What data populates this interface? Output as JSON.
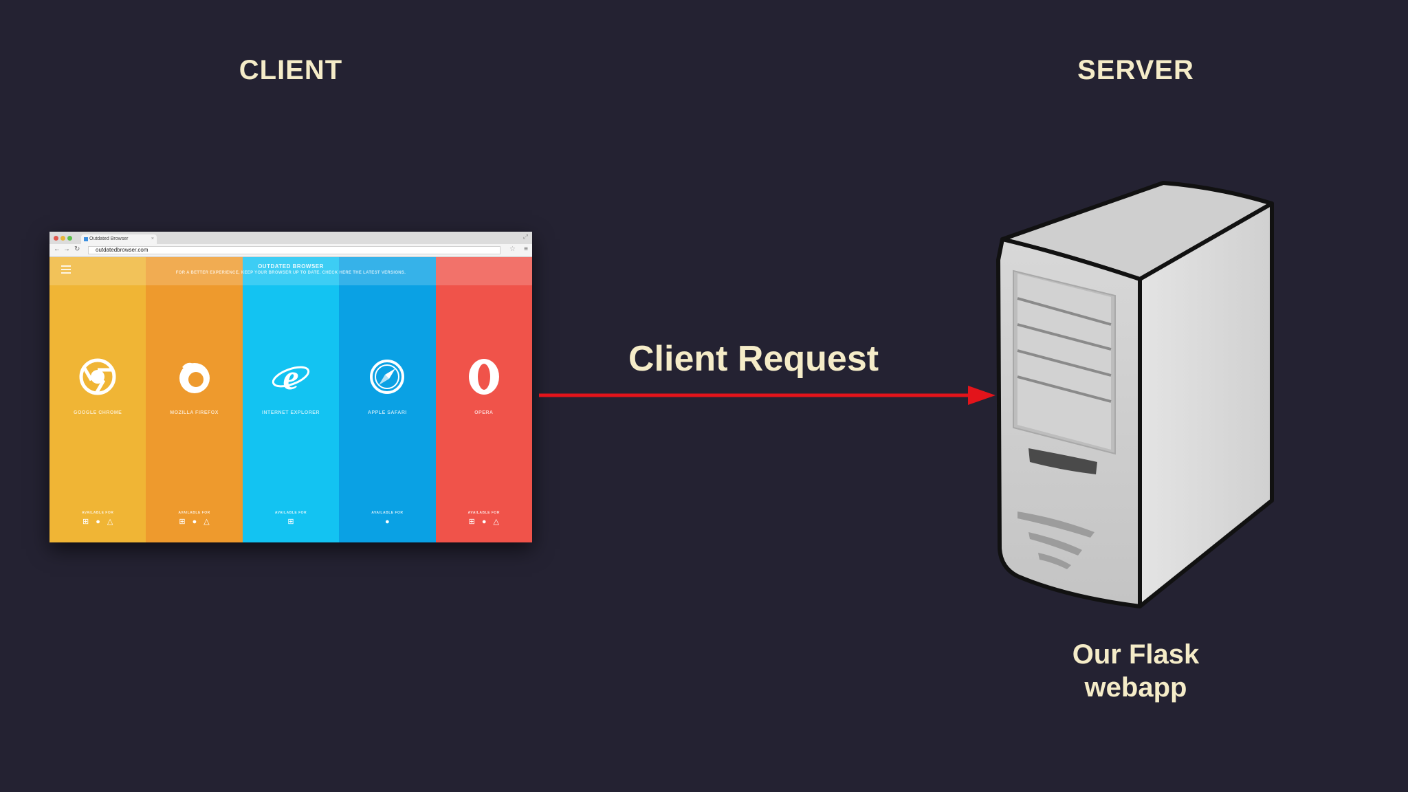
{
  "headings": {
    "client": "CLIENT",
    "server": "SERVER"
  },
  "arrow": {
    "label": "Client Request",
    "color": "#e3141b",
    "direction": "client-to-server"
  },
  "server": {
    "caption_line1": "Our Flask",
    "caption_line2": "webapp",
    "icon": "server-tower-icon"
  },
  "browser": {
    "tab_title": "Outdated Browser",
    "url": "outdatedbrowser.com",
    "site_title": "OUTDATED BROWSER",
    "site_subtitle": "FOR A BETTER EXPERIENCE, KEEP YOUR BROWSER UP TO DATE. CHECK HERE THE LATEST VERSIONS.",
    "available_label": "AVAILABLE FOR",
    "columns": [
      {
        "name": "GOOGLE CHROME",
        "color": "#f0b535",
        "icon": "chrome-icon",
        "platforms": [
          "windows",
          "apple",
          "linux"
        ]
      },
      {
        "name": "MOZILLA FIREFOX",
        "color": "#ee9a2d",
        "icon": "firefox-icon",
        "platforms": [
          "windows",
          "apple",
          "linux"
        ]
      },
      {
        "name": "INTERNET EXPLORER",
        "color": "#13c3f2",
        "icon": "internet-explorer-icon",
        "platforms": [
          "windows"
        ]
      },
      {
        "name": "APPLE SAFARI",
        "color": "#0aa1e4",
        "icon": "safari-icon",
        "platforms": [
          "apple"
        ]
      },
      {
        "name": "OPERA",
        "color": "#f0534a",
        "icon": "opera-icon",
        "platforms": [
          "windows",
          "apple",
          "linux"
        ]
      }
    ]
  }
}
